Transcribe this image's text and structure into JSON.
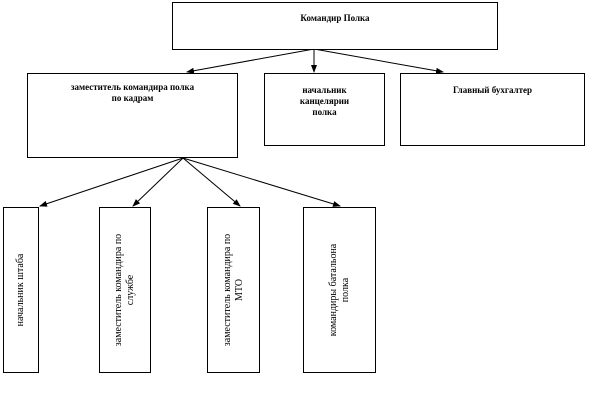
{
  "diagram": {
    "root": {
      "label": "Командир Полка"
    },
    "level1": [
      {
        "label_lines": [
          "заместитель командира полка",
          "по кадрам"
        ]
      },
      {
        "label_lines": [
          "начальник",
          "канцелярии",
          "полка"
        ]
      },
      {
        "label": "Главный бухгалтер"
      }
    ],
    "level2": [
      {
        "label_lines": [
          "начальник штаба"
        ]
      },
      {
        "label_lines": [
          "заместитель командира по",
          "службе"
        ]
      },
      {
        "label_lines": [
          "заместитель командира по",
          "МТО"
        ]
      },
      {
        "label_lines": [
          "командиры батальона",
          "полка"
        ]
      }
    ]
  }
}
